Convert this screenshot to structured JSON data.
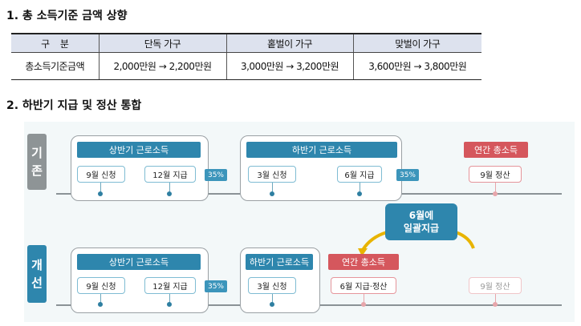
{
  "heading1": "1. 총 소득기준 금액 상향",
  "table": {
    "headers": [
      "구    분",
      "단독 가구",
      "홑벌이 가구",
      "맞벌이 가구"
    ],
    "row": [
      "총소득기준금액",
      "2,000만원 → 2,200만원",
      "3,000만원 → 3,200만원",
      "3,600만원 → 3,800만원"
    ]
  },
  "heading2": "2. 하반기 지급 및 정산 통합",
  "diagram": {
    "before_label": [
      "기",
      "존"
    ],
    "after_label": [
      "개",
      "선"
    ],
    "first_half": "상반기 근로소득",
    "second_half": "하반기 근로소득",
    "annual_total": "연간 총소득",
    "sep_apply": "9월 신청",
    "dec_pay": "12월 지급",
    "mar_apply": "3월 신청",
    "jun_pay": "6월 지급",
    "sep_settle": "9월 정산",
    "jun_pay_settle": "6월 지급·정산",
    "pct": "35%",
    "bubble": [
      "6월에",
      "일괄지급"
    ]
  },
  "colors": {
    "tag": "#8e9496",
    "tag_new": "#2e86ad",
    "blue": "#2e86ad",
    "red": "#d5575d",
    "arrow": "#e8b400"
  }
}
